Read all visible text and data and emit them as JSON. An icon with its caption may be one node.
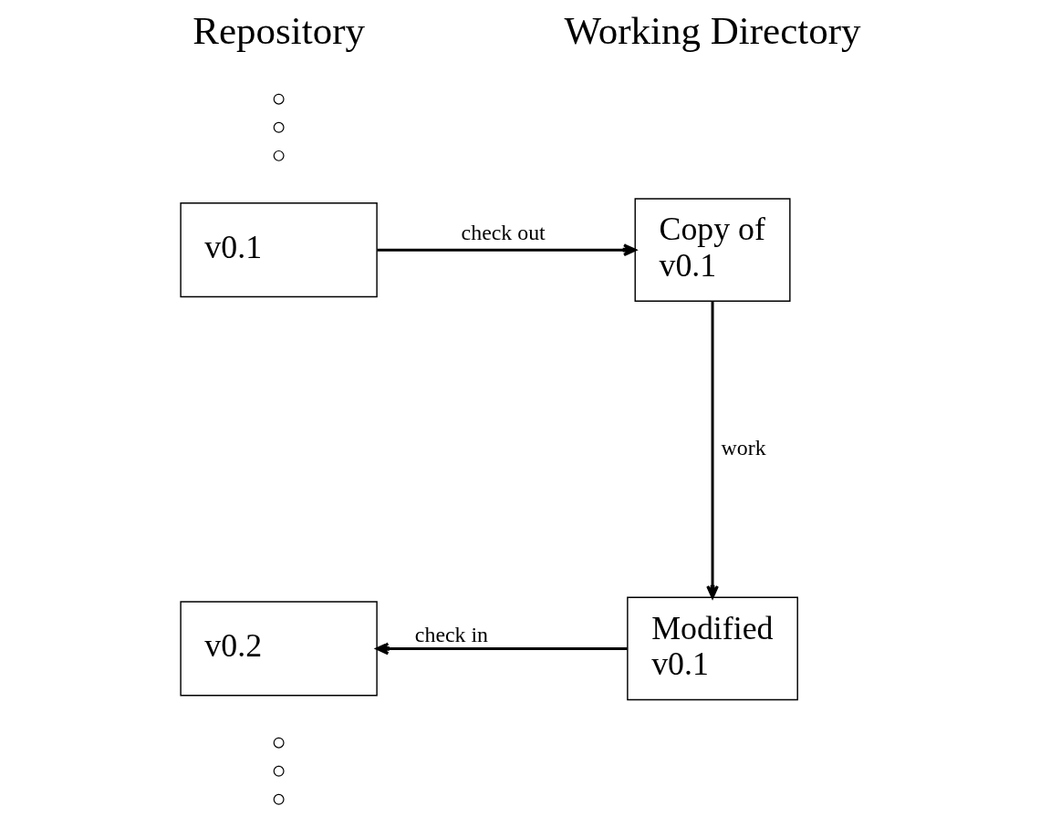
{
  "diagram": {
    "nodes": [
      {
        "text": [
          "v0.1"
        ]
      },
      {
        "text": [
          "Copy of v0.1"
        ]
      },
      {
        "text": [
          "Modified v0.1"
        ]
      },
      {
        "text": [
          "v0.2"
        ]
      }
    ],
    "edges": [
      {
        "from": 0,
        "to": 1,
        "arrow": "to",
        "label": "check out"
      },
      {
        "from": 1,
        "to": 2,
        "arrow": "to",
        "label": "work"
      },
      {
        "from": 2,
        "to": 3,
        "arrow": "to",
        "label": "check in"
      }
    ],
    "labels": [
      "Repository",
      "Working Directory"
    ]
  }
}
